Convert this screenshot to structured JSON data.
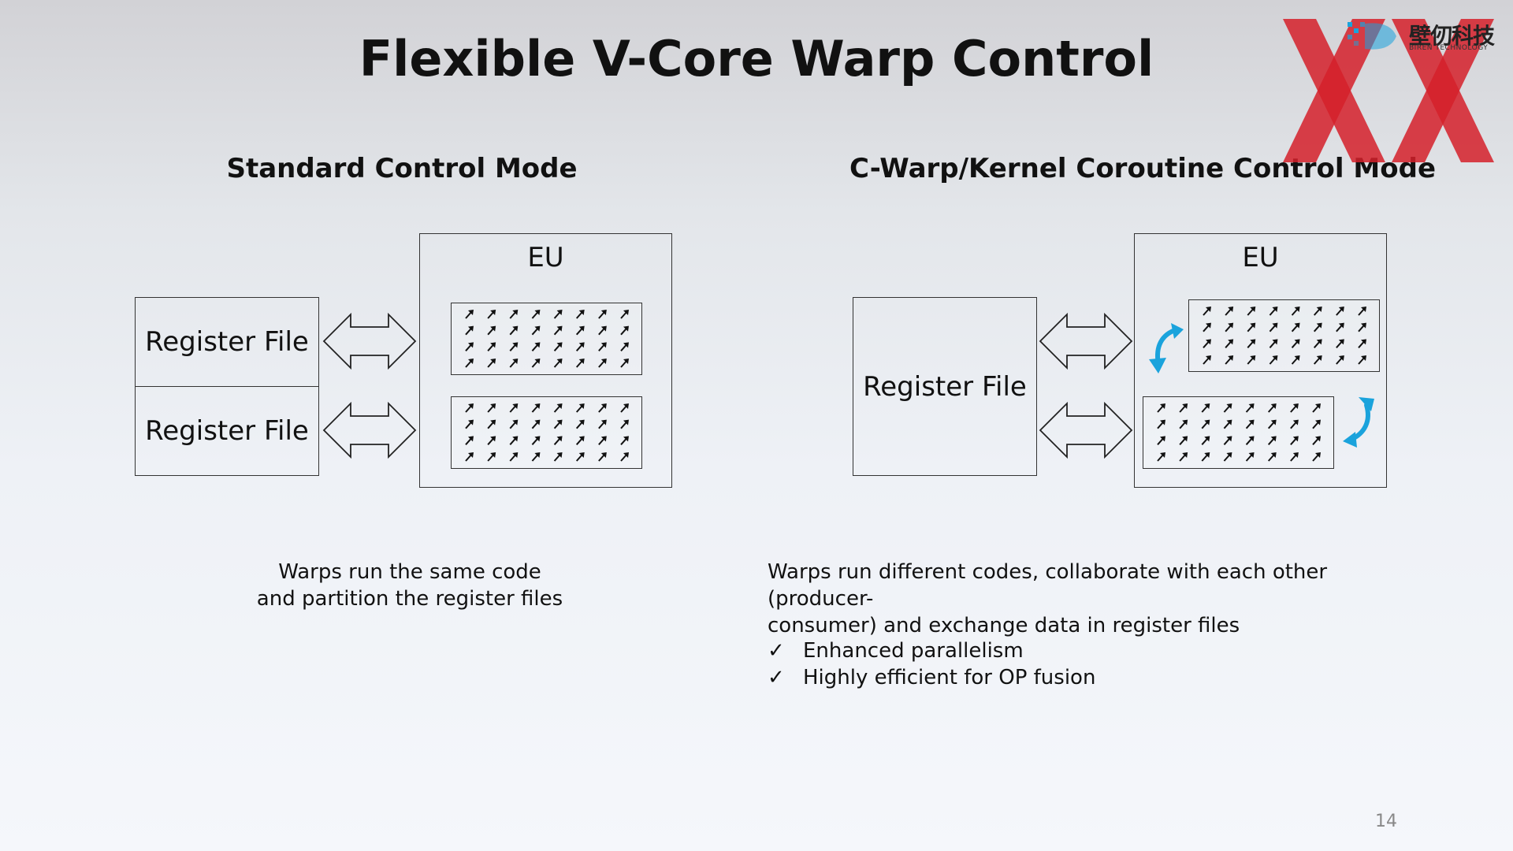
{
  "slide": {
    "title": "Flexible V-Core Warp Control",
    "page_number": "14"
  },
  "left": {
    "heading": "Standard Control Mode",
    "register_files": [
      "Register File",
      "Register File"
    ],
    "eu_label": "EU",
    "caption_lines": [
      "Warps run the same code",
      "and partition the register files"
    ]
  },
  "right": {
    "heading": "C-Warp/Kernel Coroutine Control Mode",
    "register_file": "Register File",
    "eu_label": "EU",
    "caption_lines": [
      "Warps run different codes, collaborate with each other (producer-",
      "consumer) and exchange data in register files"
    ],
    "benefits": [
      "Enhanced parallelism",
      "Highly efficient for OP fusion"
    ]
  },
  "logo": {
    "text": "壁仞科技",
    "sub": "BIREN TECHNOLOGY",
    "watermark": "XX"
  },
  "colors": {
    "coroutine_arrow": "#1aa3dc",
    "watermark_red": "#d5202a",
    "logo_cyan": "#1aa3dc"
  },
  "icons": {
    "warp": "warp-thread-arrow-icon",
    "exchange": "double-arrow-icon",
    "check": "check-icon",
    "coroutine": "curved-arrow-icon"
  }
}
